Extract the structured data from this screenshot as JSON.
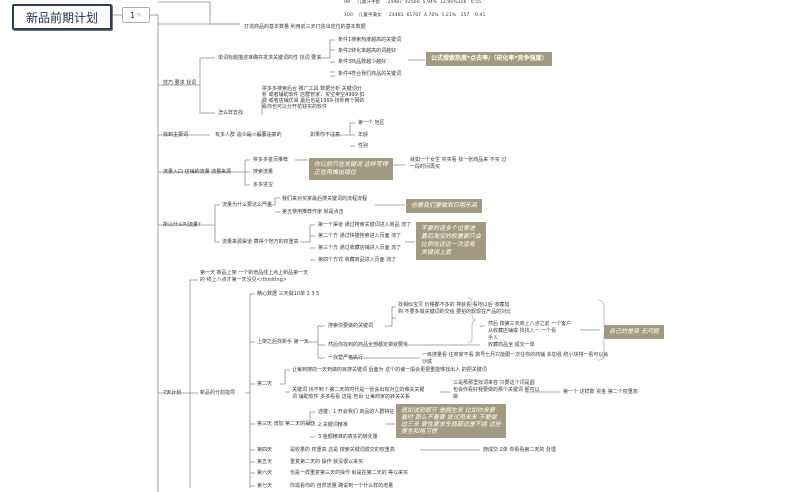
{
  "root": {
    "title": "新品前期计划",
    "badge": "1",
    "badge_icon": "note-icon"
  },
  "table_rows": [
    {
      "c1": "99",
      "c2": "儿童汗手套",
      "c3": "24987",
      "c4": "42560",
      "c5": "5.94%",
      "c6": "12.95%316",
      "c7": "0.55"
    },
    {
      "c1": "100",
      "c2": "儿童手满女",
      "c3": "24481",
      "c4": "61767",
      "c5": "4.76%",
      "c6": "1.21%",
      "c7": "157",
      "c8": "0.41"
    }
  ],
  "nodes": {
    "n_top_line": "打造商品的基本数量  利用前三天打造出定位的基本数据",
    "n_skill": "技巧 要求 找词",
    "n_mdesc": "单词标题描述准确并发求关键词的性 找词 要求",
    "n_b1": "条件1搜索热度越高的关键词",
    "n_b2": "条件2转化率越高的词越好",
    "n_b3": "条件3商品数越少越好",
    "n_b4": "条件4符合我们商品的关键词",
    "n_formula": "公式搜索热度*点击率/（研化率*竞争强度）",
    "n_way1": "拼多多搜索后台  推广工具  数据分析  关键词分",
    "n_way2": "析   或者辅助软件  店群管家，买空卖空4999 扣",
    "n_way3": "费   或者店铺优易  最后也是1999  找你两个网的",
    "n_way4": "看你也可以分开花钱买的软件",
    "n_howfind": "怎么样去找",
    "n_mainword": "找到主要词",
    "n_people": "有多人群  这个是一般要注意的",
    "n_ifnot": "如果你不注意",
    "n_p1": "第一个 地区",
    "n_p2": "年龄",
    "n_p3": "性别",
    "n_entry": "流量入口  店铺的流量  流量来源",
    "n_pdd": "拼多多首页推荐",
    "n_search": "搜索流量",
    "n_promo": "多多进宝",
    "n_callout1a": "你以前只在关键词 这样写得",
    "n_callout1b": "正在用推出错位",
    "n_eg1": "就如一个女生   买买看    找一张商品来    不买    过",
    "n_eg2": "一段时间再买",
    "n_why": "所以什么叫流量？",
    "n_heavy": "流量为什么要这么严重",
    "n_keys": "我们来对买家最后搜关键词的流程流程",
    "n_recmd": "第五使用推荐作家  就是点击",
    "n_callout2": "你要我们要做到日期乐高",
    "n_weight": "流量来源渠道  算得个地方的权重高",
    "n_w1": "第一个渠道  通过搜索关键词进入商品  流了",
    "n_w2": "第二个方  通过快捷搜索进入页面   流了",
    "n_w3": "第三个方  通过收藏店铺进入页面   流了",
    "n_w4": "第四个方式  收藏商品进入页面    流了",
    "n_callout3a": "不要的话多个位置进",
    "n_callout3b": "最后淘宝的权重都只会",
    "n_callout3c": "比例在这这一次没有",
    "n_callout3d": "关键词上面",
    "n_first_day_a": "第一天   新品上架   一个新增品线上点上新品第一天",
    "n_first_day_b": "的   线上八点才第一天没见</thinking>",
    "n_7day": "7天计划",
    "n_plan": "新品的分割指导",
    "n_hand": "精心数据  三天做10单      2   3   5",
    "n_first3": "上架之后找新手  第一天",
    "n_kw": "搜索你要做的关键词",
    "n_kwl1": "找相似宝贝    价格都不多的    排就看    看地以后  收藏加",
    "n_kwl2": "购    不要多做关键词的交给  要拍的现现在产品的对比",
    "n_kwr1": "然后  按第三天商上八点之前   一个客户",
    "n_kwr2": "从收藏店铺或  找找入一     一个看",
    "n_kwr3": "手入",
    "n_kwr4": "收藏商品全  成交一单",
    "n_thenfind": "然后你找到的商品全部都定做就要务",
    "n_callout4": "自己的是商  无问题",
    "n_one": "一找营严格执行",
    "n_one_r": "一级搜量看  往商家不看    旅号七月只能跟一次往你的商铺   多加强   统小块排一看可以会",
    "n_one_r2": "沙底",
    "n_second": "第二天",
    "n_second_top": "让每到搜前一天到做的目搜关键词  后面为  这个的诸一般会更把重能够找出人  的把关键词",
    "n_s1": "关键词  找不到  ?    第二天的时代是一张会出有对立的维关关键",
    "n_s2": "词     辅助软件    多多看看    这是    告诉   让每商家的转关关系",
    "n_s3": "三是那那里找词来容   只要这个词是圆",
    "n_s4": "包会你看好我要做的那个关键词  那可以",
    "n_s5": "做",
    "n_s_far": "第一个  这样数  资金  第二个权重高",
    "n_third": "第三天 增加  第二天的操作",
    "n_t1": "选键：1.开会我们  商品的人群特征",
    "n_t2": "2.关键词精准",
    "n_t3": "3.金额精准的真实的转化量",
    "n_callout5a": "很如说刚都开  是拥生来   比如你来要",
    "n_callout5b": "看时  那么不看要  尝试用来来   不要做",
    "n_callout5c": "过三来   要性要求东西都这是不插  这些",
    "n_callout5d": "要生和格习惯",
    "n_d4": "第四天",
    "n_d4_1": "是收量的   权重高   这是  搜索关键词成交的权重高",
    "n_d4_2": "随成交   2单  你看看第二天的  处理",
    "n_d5": "第五天",
    "n_d5_1": "重复第二天的  操作   就没很以来买",
    "n_d6": "第六天",
    "n_d6_1": "也是一样重复第三天的操作  就是在第二天的  等以来买",
    "n_d7": "第七天",
    "n_d7_1": "你需看你的   自然流量  确说到一个什么样的增量"
  },
  "colors": {
    "line": "#8a8a8a",
    "callout": "#a29a80",
    "root_border": "#2c3e5c"
  }
}
